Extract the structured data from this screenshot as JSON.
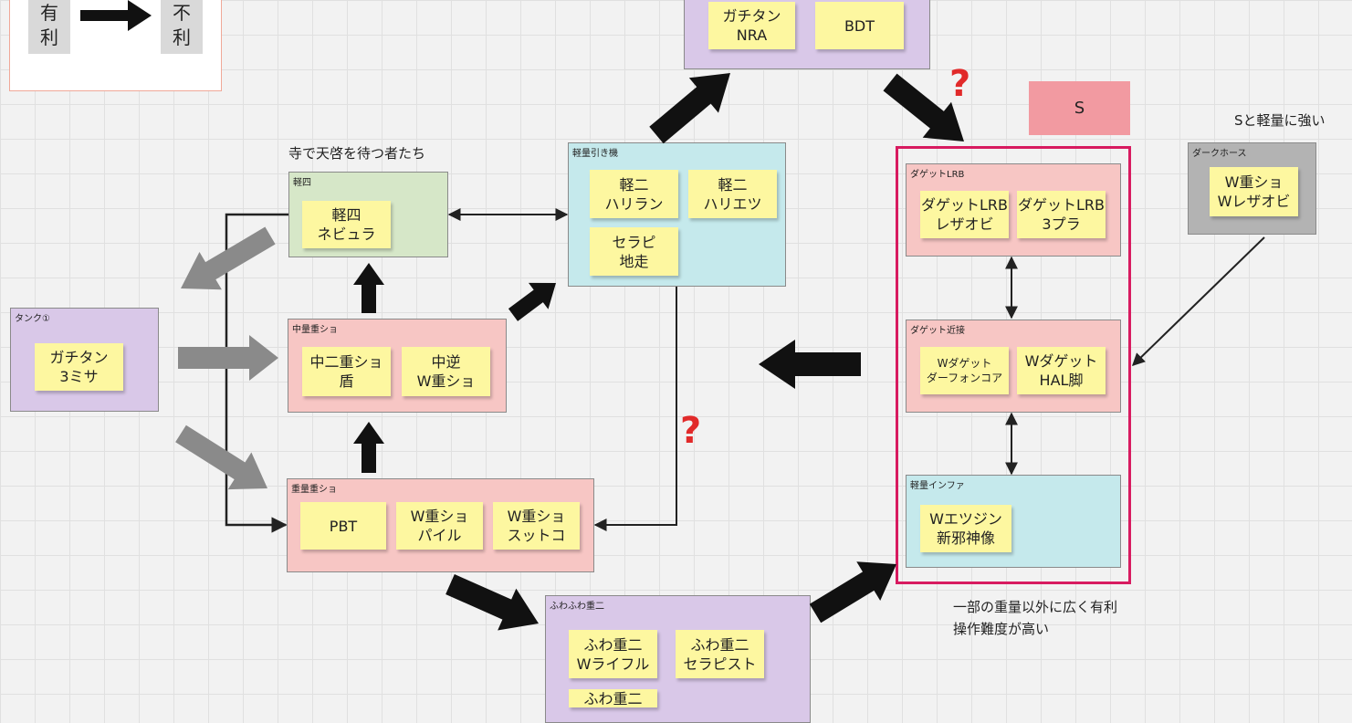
{
  "legend": {
    "from": [
      "有",
      "利"
    ],
    "to": [
      "不",
      "利"
    ]
  },
  "labels": {
    "temple": "寺で天啓を待つ者たち",
    "s_strong": "Sと軽量に強い",
    "note_line1": "一部の重量以外に広く有利",
    "note_line2": "操作難度が高い"
  },
  "question_mark": "?",
  "s_box": "S",
  "frames": {
    "keishi": {
      "title": "軽四",
      "notes": [
        [
          "軽四",
          "ネビュラ"
        ]
      ]
    },
    "tank": {
      "title": "タンク①",
      "notes": [
        [
          "ガチタン",
          "3ミサ"
        ]
      ]
    },
    "chu": {
      "title": "中量重ショ",
      "notes": [
        [
          "中二重ショ",
          "盾"
        ],
        [
          "中逆",
          "W重ショ"
        ]
      ]
    },
    "ju": {
      "title": "重量重ショ",
      "notes": [
        [
          "PBT"
        ],
        [
          "W重ショ",
          "パイル"
        ],
        [
          "W重ショ",
          "スットコ"
        ]
      ]
    },
    "kei_hiki": {
      "title": "軽量引き機",
      "notes": [
        [
          "軽二",
          "ハリラン"
        ],
        [
          "軽二",
          "ハリエツ"
        ],
        [
          "セラピ",
          "地走"
        ]
      ]
    },
    "top": {
      "notes": [
        [
          "ガチタン",
          "NRA"
        ],
        [
          "BDT"
        ]
      ]
    },
    "fuwa": {
      "title": "ふわふわ重二",
      "notes": [
        [
          "ふわ重二",
          "Wライフル"
        ],
        [
          "ふわ重二",
          "セラピスト"
        ],
        [
          "ふわ重二"
        ]
      ]
    },
    "dagger_lrb": {
      "title": "ダゲットLRB",
      "notes": [
        [
          "ダゲットLRB",
          "レザオビ"
        ],
        [
          "ダゲットLRB",
          "3プラ"
        ]
      ]
    },
    "dagger_close": {
      "title": "ダゲット近接",
      "notes": [
        [
          "Wダゲット",
          "ダーフォンコア"
        ],
        [
          "Wダゲット",
          "HAL脚"
        ]
      ]
    },
    "kei_infa": {
      "title": "軽量インファ",
      "notes": [
        [
          "Wエツジン",
          "新邪神像"
        ]
      ]
    },
    "dark": {
      "title": "ダークホース",
      "notes": [
        [
          "W重ショ",
          "Wレザオビ"
        ]
      ]
    }
  },
  "colors": {
    "pink_border": "#d81b60",
    "red_mark": "#e12a2a",
    "gray_arrow": "#8a8a8a",
    "black_arrow": "#111111"
  }
}
